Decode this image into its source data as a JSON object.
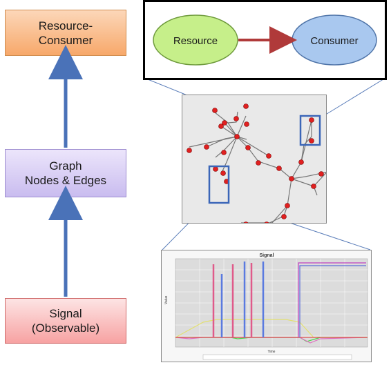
{
  "left_boxes": {
    "resource_consumer": {
      "line1": "Resource-",
      "line2": "Consumer"
    },
    "graph": {
      "line1": "Graph",
      "line2": "Nodes & Edges"
    },
    "signal": {
      "line1": "Signal",
      "line2": "(Observable)"
    }
  },
  "legend": {
    "resource_label": "Resource",
    "consumer_label": "Consumer",
    "resource_color": "#c6ef8a",
    "consumer_color": "#a9c8ef",
    "arrow_color": "#b03a3a"
  },
  "colors": {
    "arrow_blue": "#4a72b8",
    "highlight_blue": "#3b66b8",
    "node_red": "#e02020"
  },
  "signal_chart": {
    "title": "Signal",
    "ylabel": "Value",
    "xlabel": "Time"
  }
}
